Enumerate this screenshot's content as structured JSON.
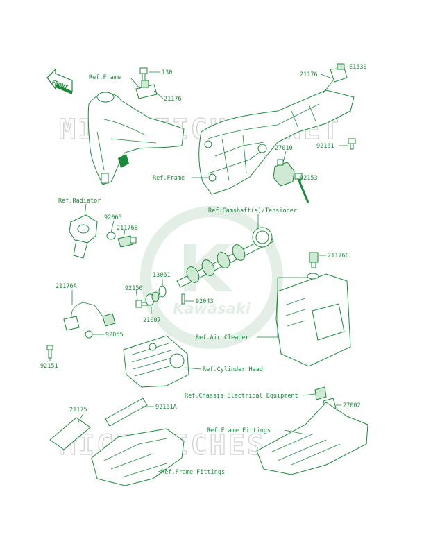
{
  "diagram": {
    "code": "E1530",
    "front_label": "FRONT",
    "watermark": "MICROFICHES.NET",
    "logo_text": "Kawasaki",
    "colors": {
      "ink": "#1a8a3a",
      "watermark": "#d2d2d2",
      "logo": "#e3efe6"
    },
    "labels": {
      "ref_frame_top": "Ref.Frame",
      "p130": "130",
      "p21176_top": "21176",
      "p21176_right": "21176",
      "p92161": "92161",
      "p27010": "27010",
      "ref_frame_mid": "Ref.Frame",
      "p92153": "92153",
      "ref_radiator": "Ref.Radiator",
      "p92065": "92065",
      "p21176B": "21176B",
      "ref_camshaft": "Ref.Camshaft(s)/Tensioner",
      "p21176C": "21176C",
      "p13061": "13061",
      "p92150": "92150",
      "p92043": "92043",
      "p21007": "21007",
      "p21176A": "21176A",
      "p92055": "92055",
      "ref_air_cleaner": "Ref.Air Cleaner",
      "p92151": "92151",
      "ref_cylinder_head": "Ref.Cylinder Head",
      "ref_chassis_electrical": "Ref.Chassis Electrical Equipment",
      "p27002": "27002",
      "p21175": "21175",
      "p92161A": "92161A",
      "ref_frame_fittings_right": "Ref.Frame Fittings",
      "ref_frame_fittings_left": "Ref.Frame Fittings"
    }
  }
}
